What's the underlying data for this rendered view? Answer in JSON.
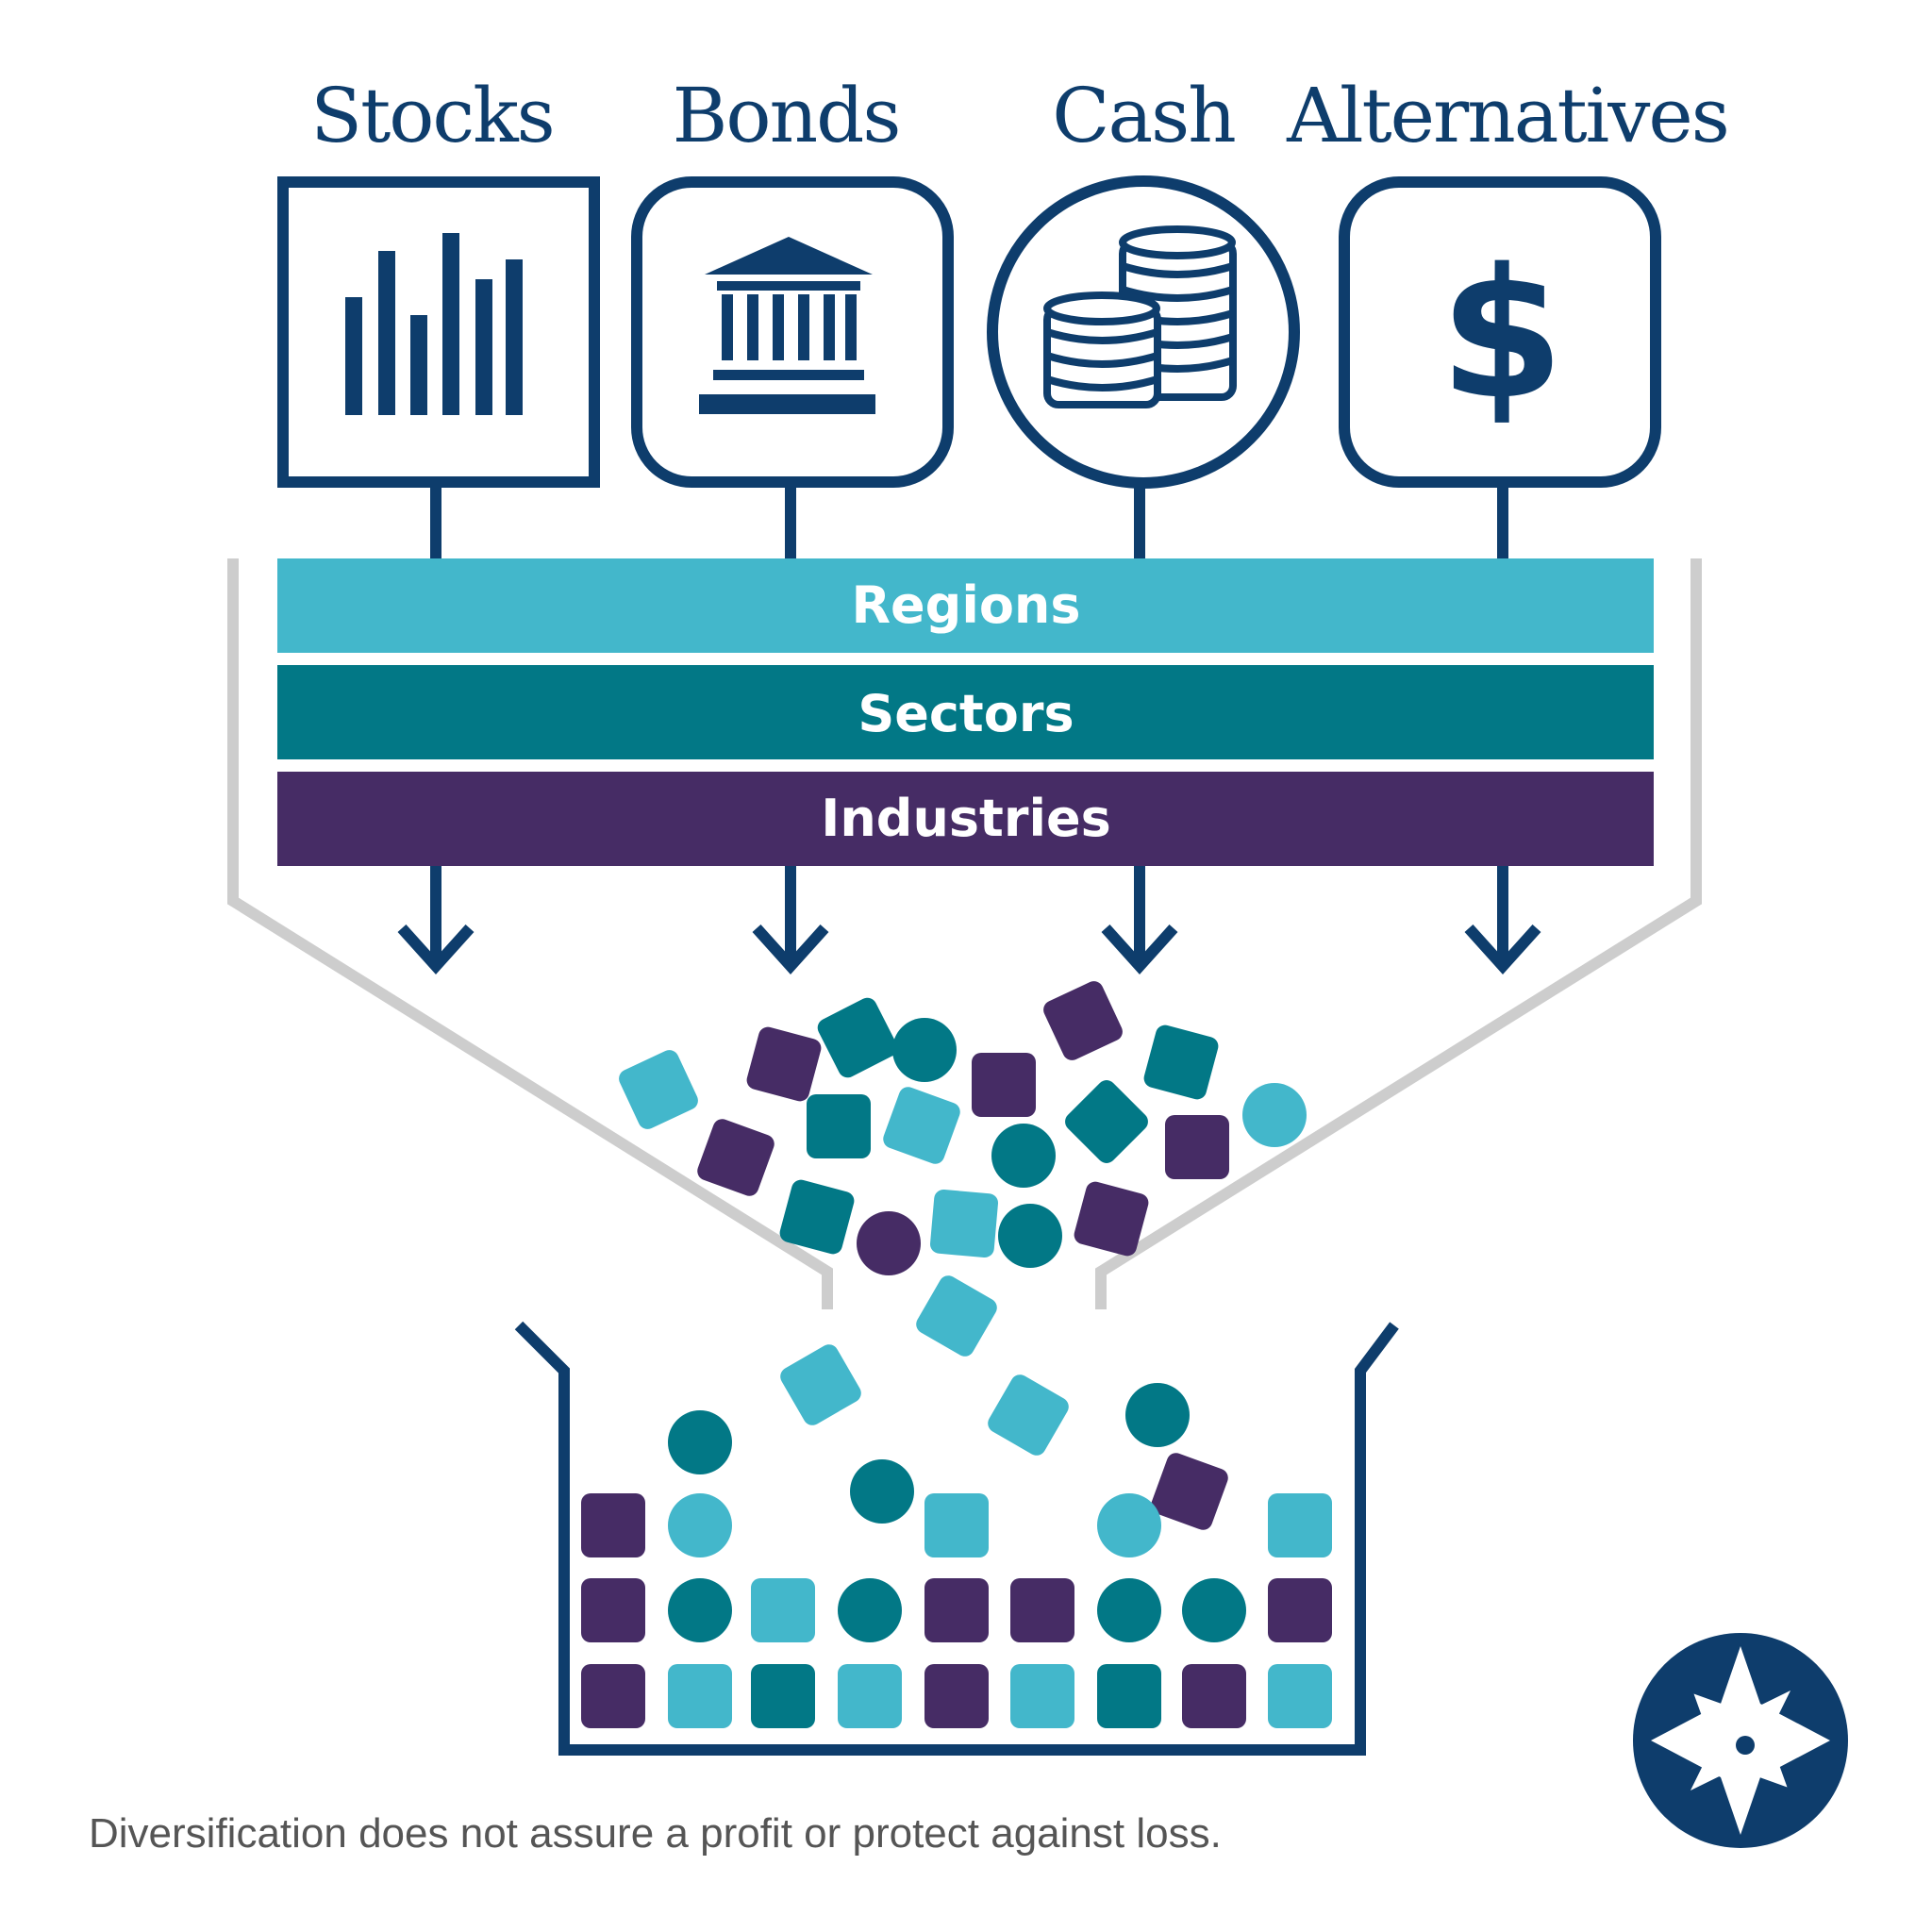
{
  "asset_classes": [
    {
      "label": "Stocks",
      "icon": "bar-chart-icon"
    },
    {
      "label": "Bonds",
      "icon": "bank-building-icon"
    },
    {
      "label": "Cash",
      "icon": "coin-stack-icon"
    },
    {
      "label": "Alternatives",
      "icon": "dollar-sign-icon"
    }
  ],
  "alternatives_symbol": "$",
  "bands": [
    {
      "label": "Regions",
      "color": "#43b7cb"
    },
    {
      "label": "Sectors",
      "color": "#027886"
    },
    {
      "label": "Industries",
      "color": "#462c65"
    }
  ],
  "disclaimer": "Diversification does not assure a profit or protect against loss.",
  "logo": "star-circle-logo",
  "colors": {
    "navy": "#0e3d6c",
    "light_teal": "#43b7cb",
    "teal": "#027886",
    "purple": "#462c65",
    "funnel_gray": "#cdcdcd",
    "disclaimer_gray": "#555555"
  }
}
